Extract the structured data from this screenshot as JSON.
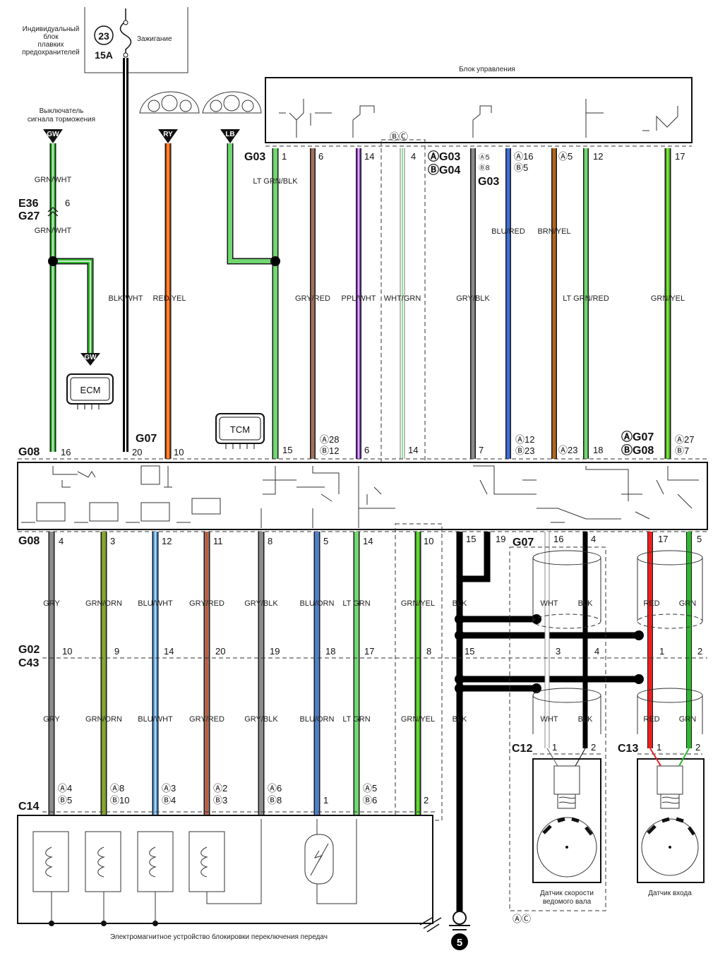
{
  "fuse": {
    "block_label": "Индивидуальный блок плавких предохранителей",
    "block_lines": [
      "Индивидуальный",
      "блок",
      "плавких",
      "предохранителей"
    ],
    "number": "23",
    "rating": "15A",
    "circuit": "Зажигание"
  },
  "brake_switch": {
    "lines": [
      "Выключатель",
      "сигнала торможения"
    ]
  },
  "control_unit": "Блок управления",
  "modules": {
    "ecm": "ECM",
    "tcm": "TCM"
  },
  "flags": {
    "gw": "GW",
    "ry": "RY",
    "lb": "LB",
    "gw2": "GW"
  },
  "connectors": {
    "e36": "E36",
    "g27": "G27",
    "g03": "G03",
    "g04": "G04",
    "g07": "G07",
    "g08": "G08",
    "g02": "G02",
    "c43": "C43",
    "c14": "C14",
    "c12": "C12",
    "c13": "C13",
    "a_g03": "ⒶG03",
    "b_g04": "ⒷG04",
    "a_g07": "ⒶG07",
    "b_g08": "ⒷG08"
  },
  "wire_labels": {
    "grn_wht": "GRN/WHT",
    "blk_wht": "BLK/WHT",
    "red_yel": "RED/YEL",
    "lt_grn_blk": "LT GRN/BLK",
    "gry_red": "GRY/RED",
    "ppl_wht": "PPL/WHT",
    "wht_grn": "WHT/GRN",
    "gry_blk": "GRY/BLK",
    "blu_red": "BLU/RED",
    "brn_yel": "BRN/YEL",
    "lt_grn_red": "LT GRN/RED",
    "grn_yel": "GRN/YEL",
    "gry": "GRY",
    "grn_orn": "GRN/ORN",
    "blu_wht": "BLU/WHT",
    "blu_orn": "BLU/ORN",
    "lt_grn": "LT GRN",
    "blk": "BLK",
    "wht": "WHT",
    "red": "RED",
    "grn": "GRN"
  },
  "pins": {
    "e36_6": "6",
    "g03_1": "1",
    "g03_6": "6",
    "g03_14": "14",
    "g03_4": "4",
    "bc": "ⒷⒸ",
    "g03_a5": "Ⓐ5",
    "g03_b8": "Ⓑ8",
    "g03_a16": "Ⓐ16",
    "g03_b5": "Ⓑ5",
    "g03_a5b": "Ⓐ5",
    "g03_12": "12",
    "g03_17": "17",
    "g08_16": "16",
    "g08_20": "20",
    "g07_10": "10",
    "g08_15": "15",
    "g08_a28": "Ⓐ28",
    "g08_b12": "Ⓑ12",
    "g08_6": "6",
    "g08_14": "14",
    "g08_7": "7",
    "g08_a12": "Ⓐ12",
    "g08_b23": "Ⓑ23",
    "g08_a23": "Ⓐ23",
    "g08_18": "18",
    "g08_a27": "Ⓐ27",
    "g08_b7": "Ⓑ7",
    "lo_4": "4",
    "lo_3": "3",
    "lo_12": "12",
    "lo_11": "11",
    "lo_8": "8",
    "lo_5": "5",
    "lo_14": "14",
    "lo_10": "10",
    "lo_15": "15",
    "lo_19": "19",
    "lo_16": "16",
    "lo_4b": "4",
    "lo_17": "17",
    "lo_5b": "5",
    "g02_10": "10",
    "g02_9": "9",
    "g02_14": "14",
    "g02_20": "20",
    "g02_19": "19",
    "g02_18": "18",
    "g02_17": "17",
    "g02_8": "8",
    "g02_15": "15",
    "g02_3": "3",
    "g02_4": "4",
    "g02_1": "1",
    "g02_2": "2",
    "c12_1": "1",
    "c12_2": "2",
    "c13_1": "1",
    "c13_2": "2",
    "c14_a4": "Ⓐ4",
    "c14_b5": "Ⓑ5",
    "c14_a8": "Ⓐ8",
    "c14_b10": "Ⓑ10",
    "c14_a3": "Ⓐ3",
    "c14_b4": "Ⓑ4",
    "c14_a2": "Ⓐ2",
    "c14_b3": "Ⓑ3",
    "c14_a6": "Ⓐ6",
    "c14_b8": "Ⓑ8",
    "c14_1": "1",
    "c14_a5": "Ⓐ5",
    "c14_b6": "Ⓑ6",
    "c14_2": "2",
    "b_mark": "Ⓑ",
    "ac_mark": "ⒶⒸ"
  },
  "sensors": {
    "output_speed": [
      "Датчик скорости",
      "ведомого вала"
    ],
    "input": "Датчик входа"
  },
  "solenoid_label": "Электромагнитное устройство блокировки переключения передач",
  "ground": "5",
  "colors": {
    "green": "#2db82d",
    "lt_green": "#6fd86f",
    "red": "#e8421c",
    "gray": "#8a8a8a",
    "gry_red": "#a0705e",
    "purple": "#9b3fd6",
    "blue": "#3f70d8",
    "brown": "#b3651d",
    "black": "#000000",
    "blue_wht": "#4c9be0",
    "blu_orn": "#4f7fc8",
    "grn_orn": "#6aa632"
  }
}
